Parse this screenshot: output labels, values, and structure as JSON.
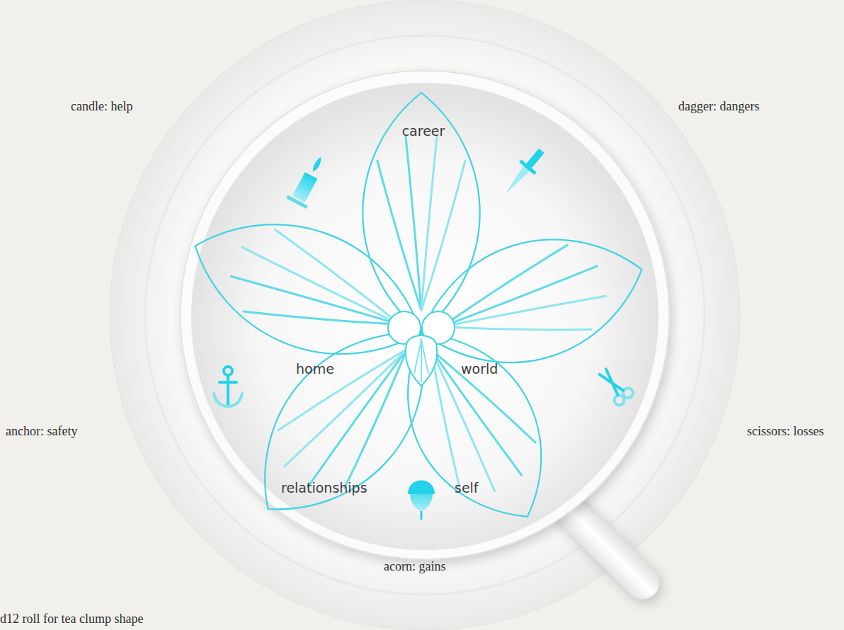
{
  "diagram": {
    "labels": [
      "candle: help",
      "dagger: dangers",
      "career",
      "anchor: safety",
      "home",
      "world",
      "scissors: losses",
      "relationships",
      "self",
      "acorn: gains",
      "d12 roll for tea clump shape"
    ]
  }
}
